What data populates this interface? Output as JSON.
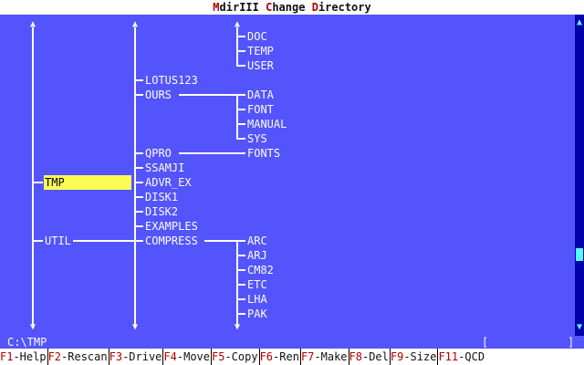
{
  "title": {
    "parts": [
      "M",
      "dirIII ",
      "C",
      "hange ",
      "D",
      "irectory"
    ]
  },
  "tree": {
    "nodes": [
      "DOC",
      "TEMP",
      "USER",
      "LOTUS123",
      "OURS",
      "DATA",
      "FONT",
      "MANUAL",
      "SYS",
      "QPRO",
      "FONTS",
      "SSAMJI",
      "TMP",
      "ADVR_EX",
      "DISK1",
      "DISK2",
      "EXAMPLES",
      "UTIL",
      "COMPRESS",
      "ARC",
      "ARJ",
      "CM82",
      "ETC",
      "LHA",
      "PAK"
    ],
    "selected": "TMP"
  },
  "status": {
    "path": "C:\\TMP",
    "bracket_open": "[",
    "bracket_close": "]"
  },
  "fkeys": [
    {
      "key": "F1",
      "label": "-Help"
    },
    {
      "key": "F2",
      "label": "-Rescan"
    },
    {
      "key": "F3",
      "label": "-Drive"
    },
    {
      "key": "F4",
      "label": "-Move"
    },
    {
      "key": "F5",
      "label": "-Copy"
    },
    {
      "key": "F6",
      "label": "-Ren"
    },
    {
      "key": "F7",
      "label": "-Make"
    },
    {
      "key": "F8",
      "label": "-Del"
    },
    {
      "key": "F9",
      "label": "-Size"
    },
    {
      "key": "F11",
      "label": "-QCD"
    }
  ],
  "colors": {
    "background": "#5454fc",
    "selection": "#fcfc54",
    "fkey_accent": "#b00000"
  }
}
